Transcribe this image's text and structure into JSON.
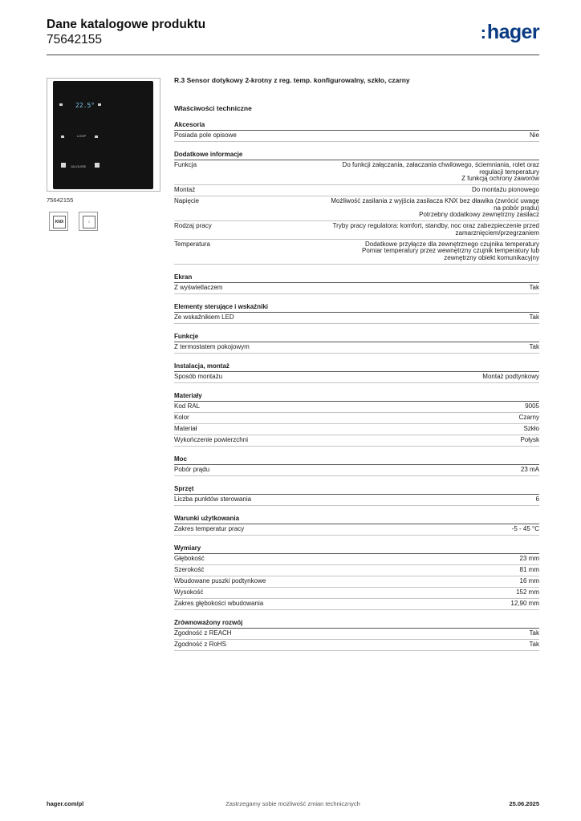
{
  "header": {
    "title": "Dane katalogowe produktu",
    "product_number": "75642155",
    "logo_text": "hager",
    "logo_color": "#0a3b82"
  },
  "product_image": {
    "display_temp": "22.5°",
    "loop_label": "LOOP",
    "jalousie_label": "JALOUSIE",
    "code_caption": "75642155",
    "pictogram_1": "KNX",
    "pictogram_2": "↕"
  },
  "product_name": "R.3 Sensor dotykowy 2-krotny z reg. temp. konfigurowalny, szkło, czarny",
  "main_heading": "Właściwości techniczne",
  "sections": [
    {
      "title": "Akcesoria",
      "rows": [
        {
          "label": "Posiada pole opisowe",
          "value": [
            "Nie"
          ]
        }
      ]
    },
    {
      "title": "Dodatkowe informacje",
      "rows": [
        {
          "label": "Funkcja",
          "value": [
            "Do funkcji załączania, załaczania chwilowego, ściemniania, rolet oraz",
            "regulacji temperatury",
            "Z funkcją ochrony zaworów"
          ]
        },
        {
          "label": "Montaż",
          "value": [
            "Do montażu pionowego"
          ]
        },
        {
          "label": "Napięcie",
          "value": [
            "Możliwość zasilania z wyjścia zasilacza KNX bez dławika (zwrócić uwagę",
            "na pobór prądu)",
            "Potrzebny dodatkowy zewnętrzny zasilacz"
          ]
        },
        {
          "label": "Rodzaj pracy",
          "value": [
            "Tryby pracy regulatora: komfort, standby, noc oraz zabezpieczenie przed",
            "zamarznięciem/przegrzaniem"
          ]
        },
        {
          "label": "Temperatura",
          "value": [
            "Dodatkowe przyłącze dla zewnętrznego czujnika temperatury",
            "Pomiar temperatury przez wewnętrzny czujnik temperatury lub",
            "zewnętrzny obiekt komunikacyjny"
          ]
        }
      ]
    },
    {
      "title": "Ekran",
      "rows": [
        {
          "label": "Z wyświetlaczem",
          "value": [
            "Tak"
          ]
        }
      ]
    },
    {
      "title": "Elementy sterujące i wskaźniki",
      "rows": [
        {
          "label": "Ze wskaźnikiem LED",
          "value": [
            "Tak"
          ]
        }
      ]
    },
    {
      "title": "Funkcje",
      "rows": [
        {
          "label": "Z termostatem pokojowym",
          "value": [
            "Tak"
          ]
        }
      ]
    },
    {
      "title": "Instalacja, montaż",
      "rows": [
        {
          "label": "Sposób montażu",
          "value": [
            "Montaż podtynkowy"
          ]
        }
      ]
    },
    {
      "title": "Materiały",
      "rows": [
        {
          "label": "Kod RAL",
          "value": [
            "9005"
          ]
        },
        {
          "label": "Kolor",
          "value": [
            "Czarny"
          ]
        },
        {
          "label": "Materiał",
          "value": [
            "Szkło"
          ]
        },
        {
          "label": "Wykończenie powierzchni",
          "value": [
            "Połysk"
          ]
        }
      ]
    },
    {
      "title": "Moc",
      "rows": [
        {
          "label": "Pobór prądu",
          "value": [
            "23 mA"
          ]
        }
      ]
    },
    {
      "title": "Sprzęt",
      "rows": [
        {
          "label": "Liczba punktów sterowania",
          "value": [
            "6"
          ]
        }
      ]
    },
    {
      "title": "Warunki użytkowania",
      "rows": [
        {
          "label": "Zakres temperatur pracy",
          "value": [
            "-5 - 45 °C"
          ]
        }
      ]
    },
    {
      "title": "Wymiary",
      "rows": [
        {
          "label": "Głębokość",
          "value": [
            "23 mm"
          ]
        },
        {
          "label": "Szerokość",
          "value": [
            "81 mm"
          ]
        },
        {
          "label": "Wbudowane puszki podtynkowe",
          "value": [
            "16 mm"
          ]
        },
        {
          "label": "Wysokość",
          "value": [
            "152 mm"
          ]
        },
        {
          "label": "Zakres głębokości wbudowania",
          "value": [
            "12,90 mm"
          ]
        }
      ]
    },
    {
      "title": "Zrównoważony rozwój",
      "rows": [
        {
          "label": "Zgodność z REACH",
          "value": [
            "Tak"
          ]
        },
        {
          "label": "Zgodność z RoHS",
          "value": [
            "Tak"
          ]
        }
      ]
    }
  ],
  "footer": {
    "left": "hager.com/pl",
    "center": "Zastrzegamy sobie możliwość zmian technicznych",
    "right": "25.06.2025"
  }
}
